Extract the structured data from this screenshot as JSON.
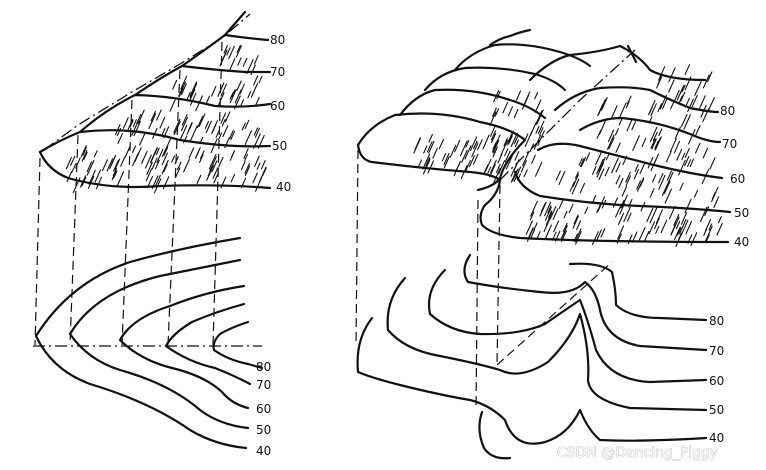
{
  "left_diagram": {
    "block_labels": [
      "80",
      "70",
      "60",
      "50",
      "40"
    ],
    "plan_labels": [
      "80",
      "70",
      "60",
      "50",
      "40"
    ]
  },
  "right_diagram": {
    "block_labels": [
      "80",
      "70",
      "60",
      "50",
      "40"
    ],
    "plan_labels": [
      "80",
      "70",
      "60",
      "50",
      "40"
    ]
  },
  "watermark": "CSDN @Dancing_Piggy"
}
